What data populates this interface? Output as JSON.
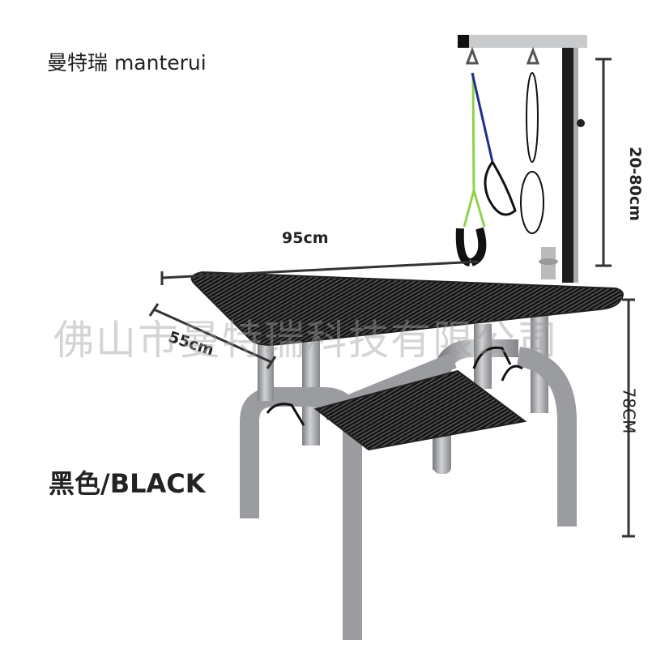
{
  "brand": "曼特瑞 manterui",
  "watermark": "佛山市曼特瑞科技有限公司",
  "color_label": "黑色/BLACK",
  "dimensions": {
    "length": "95cm",
    "width": "55cm",
    "arm_height": "20-80cm",
    "table_height": "78CM"
  },
  "colors": {
    "tabletop": "#1a1a1a",
    "legs": "#a9abad",
    "loop_green": "#8fd24a",
    "loop_blue": "#1e2f8c"
  }
}
